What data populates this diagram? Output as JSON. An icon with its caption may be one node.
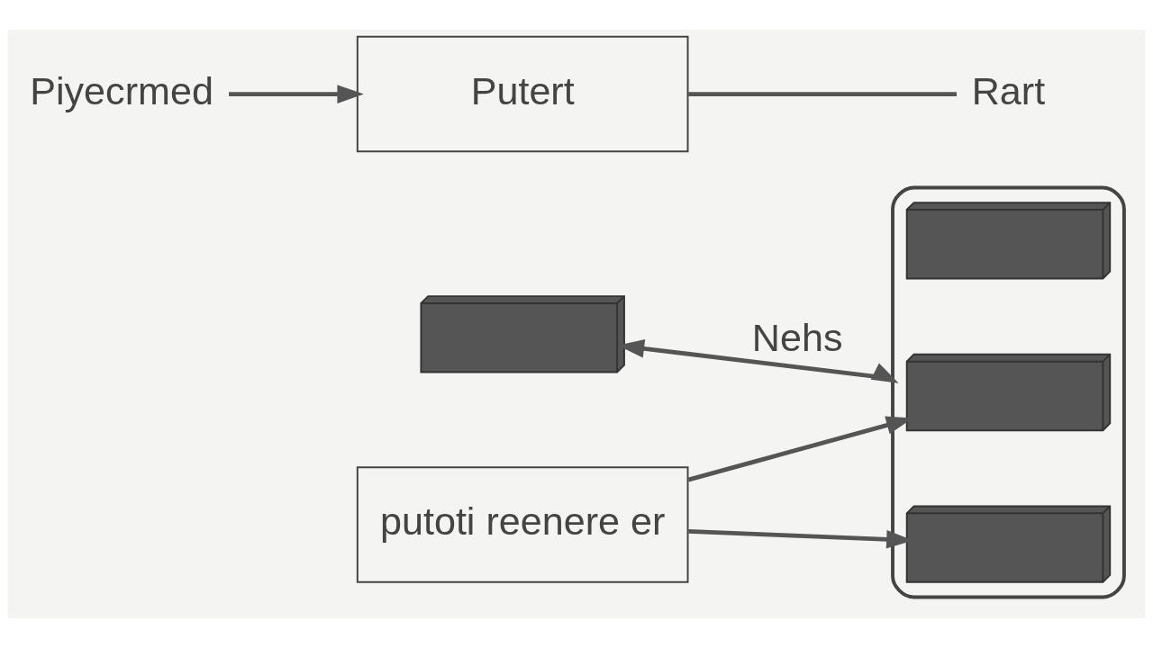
{
  "diagram": {
    "nodes": [
      {
        "text": [],
        "shape": "picture"
      },
      {
        "text": [],
        "shape": "box"
      },
      {
        "text": [],
        "shape": "picture",
        "in": 1
      },
      {
        "text": [],
        "shape": "picture",
        "in": 1
      },
      {
        "text": [],
        "shape": "picture",
        "in": 1
      },
      {
        "text": [
          "putoti reenere er"
        ]
      },
      {
        "text": [
          "Putert"
        ]
      },
      {
        "text": [
          "Piyecrmed"
        ]
      },
      {
        "text": [
          "Rart"
        ]
      }
    ],
    "edges": [
      {
        "from": 0,
        "to": 1,
        "arrow": "both",
        "label": "Nehs"
      },
      {
        "from": 5,
        "to": 3,
        "arrow": "to"
      },
      {
        "from": 5,
        "to": 4,
        "arrow": "to"
      },
      {
        "from": 7,
        "to": 6,
        "arrow": "to"
      },
      {
        "from": 6,
        "to": 8,
        "arrow": "none"
      }
    ]
  }
}
